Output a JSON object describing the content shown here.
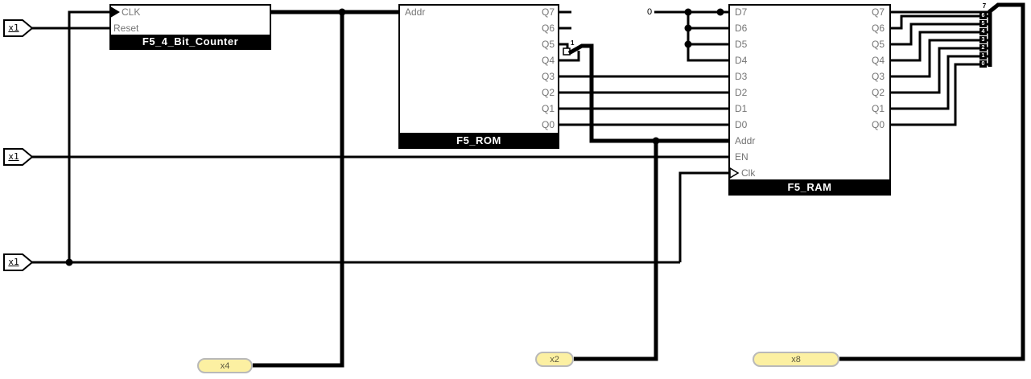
{
  "diagram": {
    "counter": {
      "title": "F5_4_Bit_Counter",
      "pin_clk": "CLK",
      "pin_reset": "Reset"
    },
    "rom": {
      "title": "F5_ROM",
      "pin_addr": "Addr",
      "outputs": [
        "Q7",
        "Q6",
        "Q5",
        "Q4",
        "Q3",
        "Q2",
        "Q1",
        "Q0"
      ]
    },
    "ram": {
      "title": "F5_RAM",
      "inputs": [
        "D7",
        "D6",
        "D5",
        "D4",
        "D3",
        "D2",
        "D1",
        "D0",
        "Addr",
        "EN",
        "Clk"
      ],
      "outputs": [
        "Q7",
        "Q6",
        "Q5",
        "Q4",
        "Q3",
        "Q2",
        "Q1",
        "Q0"
      ]
    },
    "input_pins": [
      "x1",
      "x1",
      "x1"
    ],
    "tunnels": [
      "x4",
      "x2",
      "x8"
    ],
    "constant_zero": "0",
    "splitter_bit_label": "1",
    "bus_bit_labels": [
      "7",
      "6",
      "5",
      "4",
      "3",
      "2",
      "1",
      "0"
    ]
  },
  "colors": {
    "wire": "#000000",
    "block_fill": "#ffffff",
    "block_border": "#000000",
    "title_bg": "#000000",
    "title_text": "#ffffff",
    "pin_label": "#757575",
    "tunnel_fill": "#fcf0a2",
    "tunnel_border": "#b9b9b9",
    "tunnel_text": "#5e5a40"
  }
}
